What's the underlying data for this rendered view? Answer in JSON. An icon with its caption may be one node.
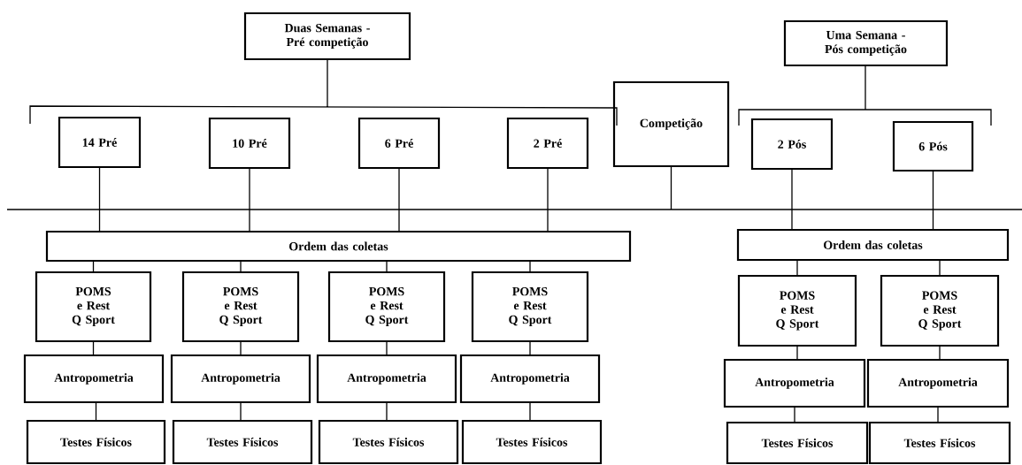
{
  "diagram": {
    "nodes": [
      {
        "text": [
          "Duas Semanas - Pré competição"
        ]
      },
      {
        "text": [
          "Uma Semana - Pós competição"
        ]
      },
      {
        "text": [
          "14 Pré"
        ]
      },
      {
        "text": [
          "10 Pré"
        ]
      },
      {
        "text": [
          "6 Pré"
        ]
      },
      {
        "text": [
          "2 Pré"
        ]
      },
      {
        "text": [
          "Competição"
        ]
      },
      {
        "text": [
          "2 Pós"
        ]
      },
      {
        "text": [
          "6 Pós"
        ]
      },
      {
        "text": [
          "Ordem das coletas"
        ]
      },
      {
        "text": [
          "Ordem das coletas"
        ]
      },
      {
        "text": [
          "POMS e Rest Q Sport"
        ]
      },
      {
        "text": [
          "POMS e Rest Q Sport"
        ]
      },
      {
        "text": [
          "POMS e Rest Q Sport"
        ]
      },
      {
        "text": [
          "POMS e Rest Q Sport"
        ]
      },
      {
        "text": [
          "POMS e Rest Q Sport"
        ]
      },
      {
        "text": [
          "POMS e Rest Q Sport"
        ]
      },
      {
        "text": [
          "Antropometria"
        ]
      },
      {
        "text": [
          "Antropometria"
        ]
      },
      {
        "text": [
          "Antropometria"
        ]
      },
      {
        "text": [
          "Antropometria"
        ]
      },
      {
        "text": [
          "Antropometria"
        ]
      },
      {
        "text": [
          "Antropometria"
        ]
      },
      {
        "text": [
          "Testes Físicos"
        ]
      },
      {
        "text": [
          "Testes Físicos"
        ]
      },
      {
        "text": [
          "Testes Físicos"
        ]
      },
      {
        "text": [
          "Testes Físicos"
        ]
      },
      {
        "text": [
          "Testes Físicos"
        ]
      },
      {
        "text": [
          "Testes Físicos"
        ]
      }
    ],
    "edges": [
      {
        "from": 2,
        "to": 9,
        "arrow": "none"
      },
      {
        "from": 3,
        "to": 9,
        "arrow": "none"
      },
      {
        "from": 4,
        "to": 9,
        "arrow": "none"
      },
      {
        "from": 5,
        "to": 9,
        "arrow": "none"
      },
      {
        "from": 6,
        "to": null,
        "arrow": "none"
      },
      {
        "from": 7,
        "to": 10,
        "arrow": "none"
      },
      {
        "from": 8,
        "to": 10,
        "arrow": "none"
      },
      {
        "from": 9,
        "to": 11,
        "arrow": "none"
      },
      {
        "from": 9,
        "to": 12,
        "arrow": "none"
      },
      {
        "from": 9,
        "to": 13,
        "arrow": "none"
      },
      {
        "from": 9,
        "to": 14,
        "arrow": "none"
      },
      {
        "from": 10,
        "to": 15,
        "arrow": "none"
      },
      {
        "from": 10,
        "to": 16,
        "arrow": "none"
      },
      {
        "from": 11,
        "to": 17,
        "arrow": "none"
      },
      {
        "from": 12,
        "to": 18,
        "arrow": "none"
      },
      {
        "from": 13,
        "to": 19,
        "arrow": "none"
      },
      {
        "from": 14,
        "to": 20,
        "arrow": "none"
      },
      {
        "from": 15,
        "to": 21,
        "arrow": "none"
      },
      {
        "from": 16,
        "to": 22,
        "arrow": "none"
      },
      {
        "from": 17,
        "to": 23,
        "arrow": "none"
      },
      {
        "from": 18,
        "to": 24,
        "arrow": "none"
      },
      {
        "from": 19,
        "to": 25,
        "arrow": "none"
      },
      {
        "from": 20,
        "to": 26,
        "arrow": "none"
      },
      {
        "from": 21,
        "to": 27,
        "arrow": "none"
      },
      {
        "from": 22,
        "to": 28,
        "arrow": "none"
      }
    ]
  }
}
